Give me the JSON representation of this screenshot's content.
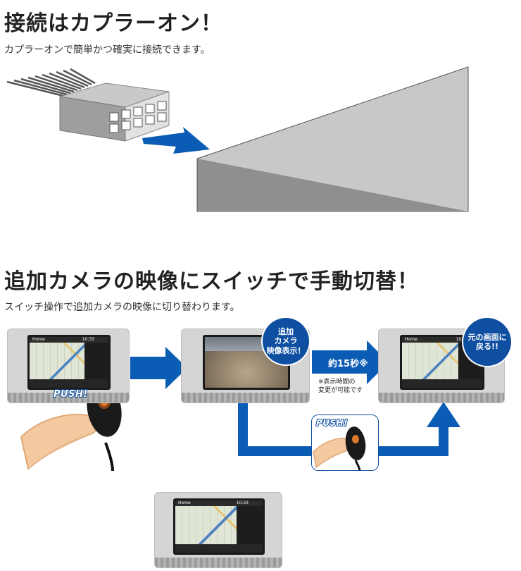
{
  "section1": {
    "title": "接続はカプラーオン！",
    "subtitle": "カプラーオンで簡単かつ確実に接続できます。"
  },
  "section2": {
    "title": "追加カメラの映像にスイッチで手動切替！",
    "subtitle": "スイッチ操作で追加カメラの映像に切り替わります。"
  },
  "nav": {
    "home_label": "Home",
    "clock": "10:33"
  },
  "badges": {
    "camera_display": [
      "追加",
      "カメラ",
      "映像表示！"
    ],
    "return_screen": [
      "元の画面に",
      "戻る!!"
    ]
  },
  "timer": {
    "label": "約15秒※",
    "note_lines": [
      "※表示時間の",
      "変更が可能です"
    ]
  },
  "push_label": "PUSH!",
  "colors": {
    "accent_blue": "#0e4fa1",
    "arrow_blue": "#0b5cb5",
    "block_gray": "#c8c8c8"
  }
}
